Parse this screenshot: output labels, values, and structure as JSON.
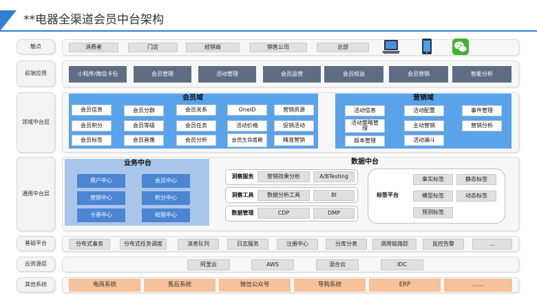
{
  "title": "**电器全渠道会员中台架构",
  "layers": {
    "touch": "触点",
    "front": "前端应用",
    "domain": "领域中台层",
    "common": "通用中台层",
    "base": "基础平台",
    "cloud": "云资源层",
    "other": "其他系统"
  },
  "touch": {
    "items": [
      "消费者",
      "门店",
      "经销商",
      "销售公司",
      "总部"
    ],
    "icons": [
      "laptop-icon",
      "tablet-icon",
      "wechat-icon"
    ]
  },
  "front": {
    "items": [
      "小程序/微信卡包",
      "会员管理",
      "活动管理",
      "会员运营",
      "会员权益",
      "会员营销",
      "智能分析"
    ]
  },
  "member": {
    "title": "会员域",
    "items": [
      "会员信息",
      "会员分群",
      "会员关系",
      "OneID",
      "营销资源",
      "会员积分",
      "会员等级",
      "会员任务",
      "活动价格",
      "促销活动",
      "会员标签",
      "会员画像",
      "会员分析",
      "会员生命周期",
      "精准营销"
    ]
  },
  "marketing": {
    "title": "营销域",
    "items": [
      "活动信息",
      "活动配置",
      "事件管理",
      "活动策略管理",
      "主动营销",
      "营销分析",
      "版本管理",
      "活动漏斗"
    ]
  },
  "business": {
    "title": "业务中台",
    "items": [
      "用户中心",
      "会员中心",
      "营销中心",
      "积分中心",
      "卡券中心",
      "权限中心"
    ]
  },
  "data": {
    "title": "数据中台",
    "groups": [
      {
        "name": "洞察服务",
        "items": [
          "营销效果分析",
          "A/BTesting"
        ]
      },
      {
        "name": "洞察工具",
        "items": [
          "数据分析工具",
          "BI"
        ]
      },
      {
        "name": "数据管理",
        "items": [
          "CDP",
          "DMP"
        ]
      }
    ],
    "tag": {
      "name": "标签平台",
      "items": [
        "事实标签",
        "静态标签",
        "模型标签",
        "动态标签",
        "预测标签"
      ]
    }
  },
  "base": {
    "items": [
      "分布式事务",
      "分布式任务调度",
      "消息队列",
      "日志服务",
      "注册中心",
      "分库分表",
      "调用链路踪",
      "监控告警",
      "..."
    ]
  },
  "cloud": {
    "items": [
      "阿里云",
      "AWS",
      "混合云",
      "IDC"
    ]
  },
  "other": {
    "items": [
      "电商系统",
      "售后系统",
      "微信公众号",
      "导购系统",
      "ERP",
      "......"
    ]
  },
  "colors": {
    "accent": "#2f7fd3",
    "dark_box": "#5f6d82",
    "domain_blue": "#58a3ea",
    "business_blue": "#4b85d3",
    "other_orange": "#f7c199"
  }
}
